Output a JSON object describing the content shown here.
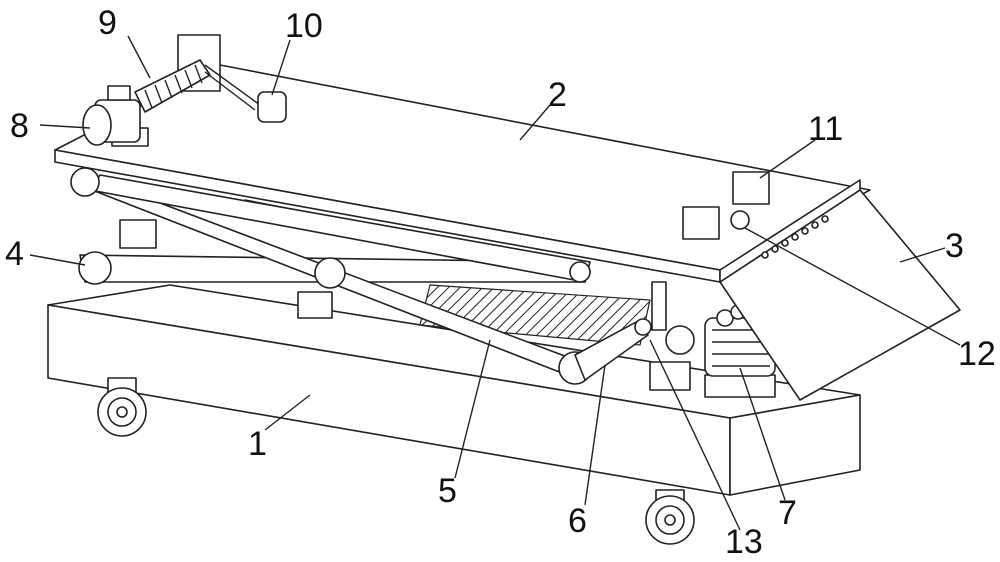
{
  "figure": {
    "labels": {
      "base": "1",
      "platform": "2",
      "plate": "3",
      "lower_link": "4",
      "scissor_arm": "5",
      "crank": "6",
      "drive_motor": "7",
      "winch_motor": "8",
      "spring": "9",
      "clamp": "10",
      "support_block": "11",
      "hinge": "12",
      "lever": "13"
    }
  }
}
